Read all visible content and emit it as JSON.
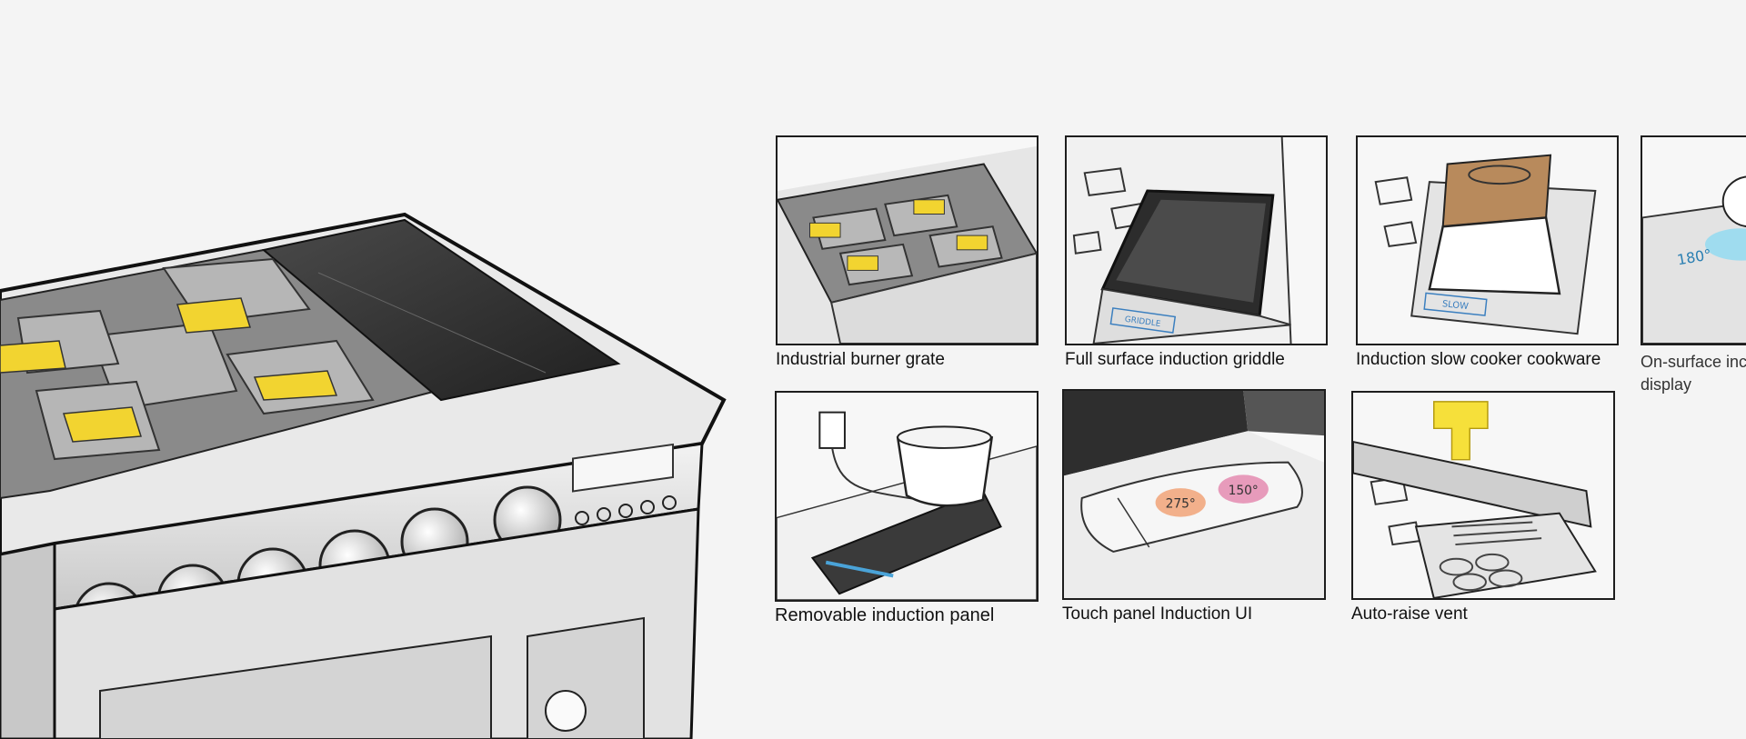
{
  "features": [
    {
      "id": "grate",
      "label": "Industrial burner grate"
    },
    {
      "id": "griddle",
      "label": "Full surface induction griddle"
    },
    {
      "id": "slow",
      "label": "Induction slow cooker cookware",
      "mark": "SLOW"
    },
    {
      "id": "display",
      "label": "On-surface inc",
      "label2": "display",
      "temp": "180°"
    },
    {
      "id": "panel",
      "label": "Removable induction panel"
    },
    {
      "id": "touch",
      "label": "Touch panel Induction UI",
      "temps": [
        "275°",
        "150°"
      ]
    },
    {
      "id": "vent",
      "label": "Auto-raise vent"
    }
  ],
  "griddle_mark": "GRIDDLE",
  "colors": {
    "burner": "#f2d430",
    "accent": "#f6e03a",
    "induction": "#2a2a2a",
    "steel": "#d5d5d5",
    "blue": "#4aa3d8"
  }
}
